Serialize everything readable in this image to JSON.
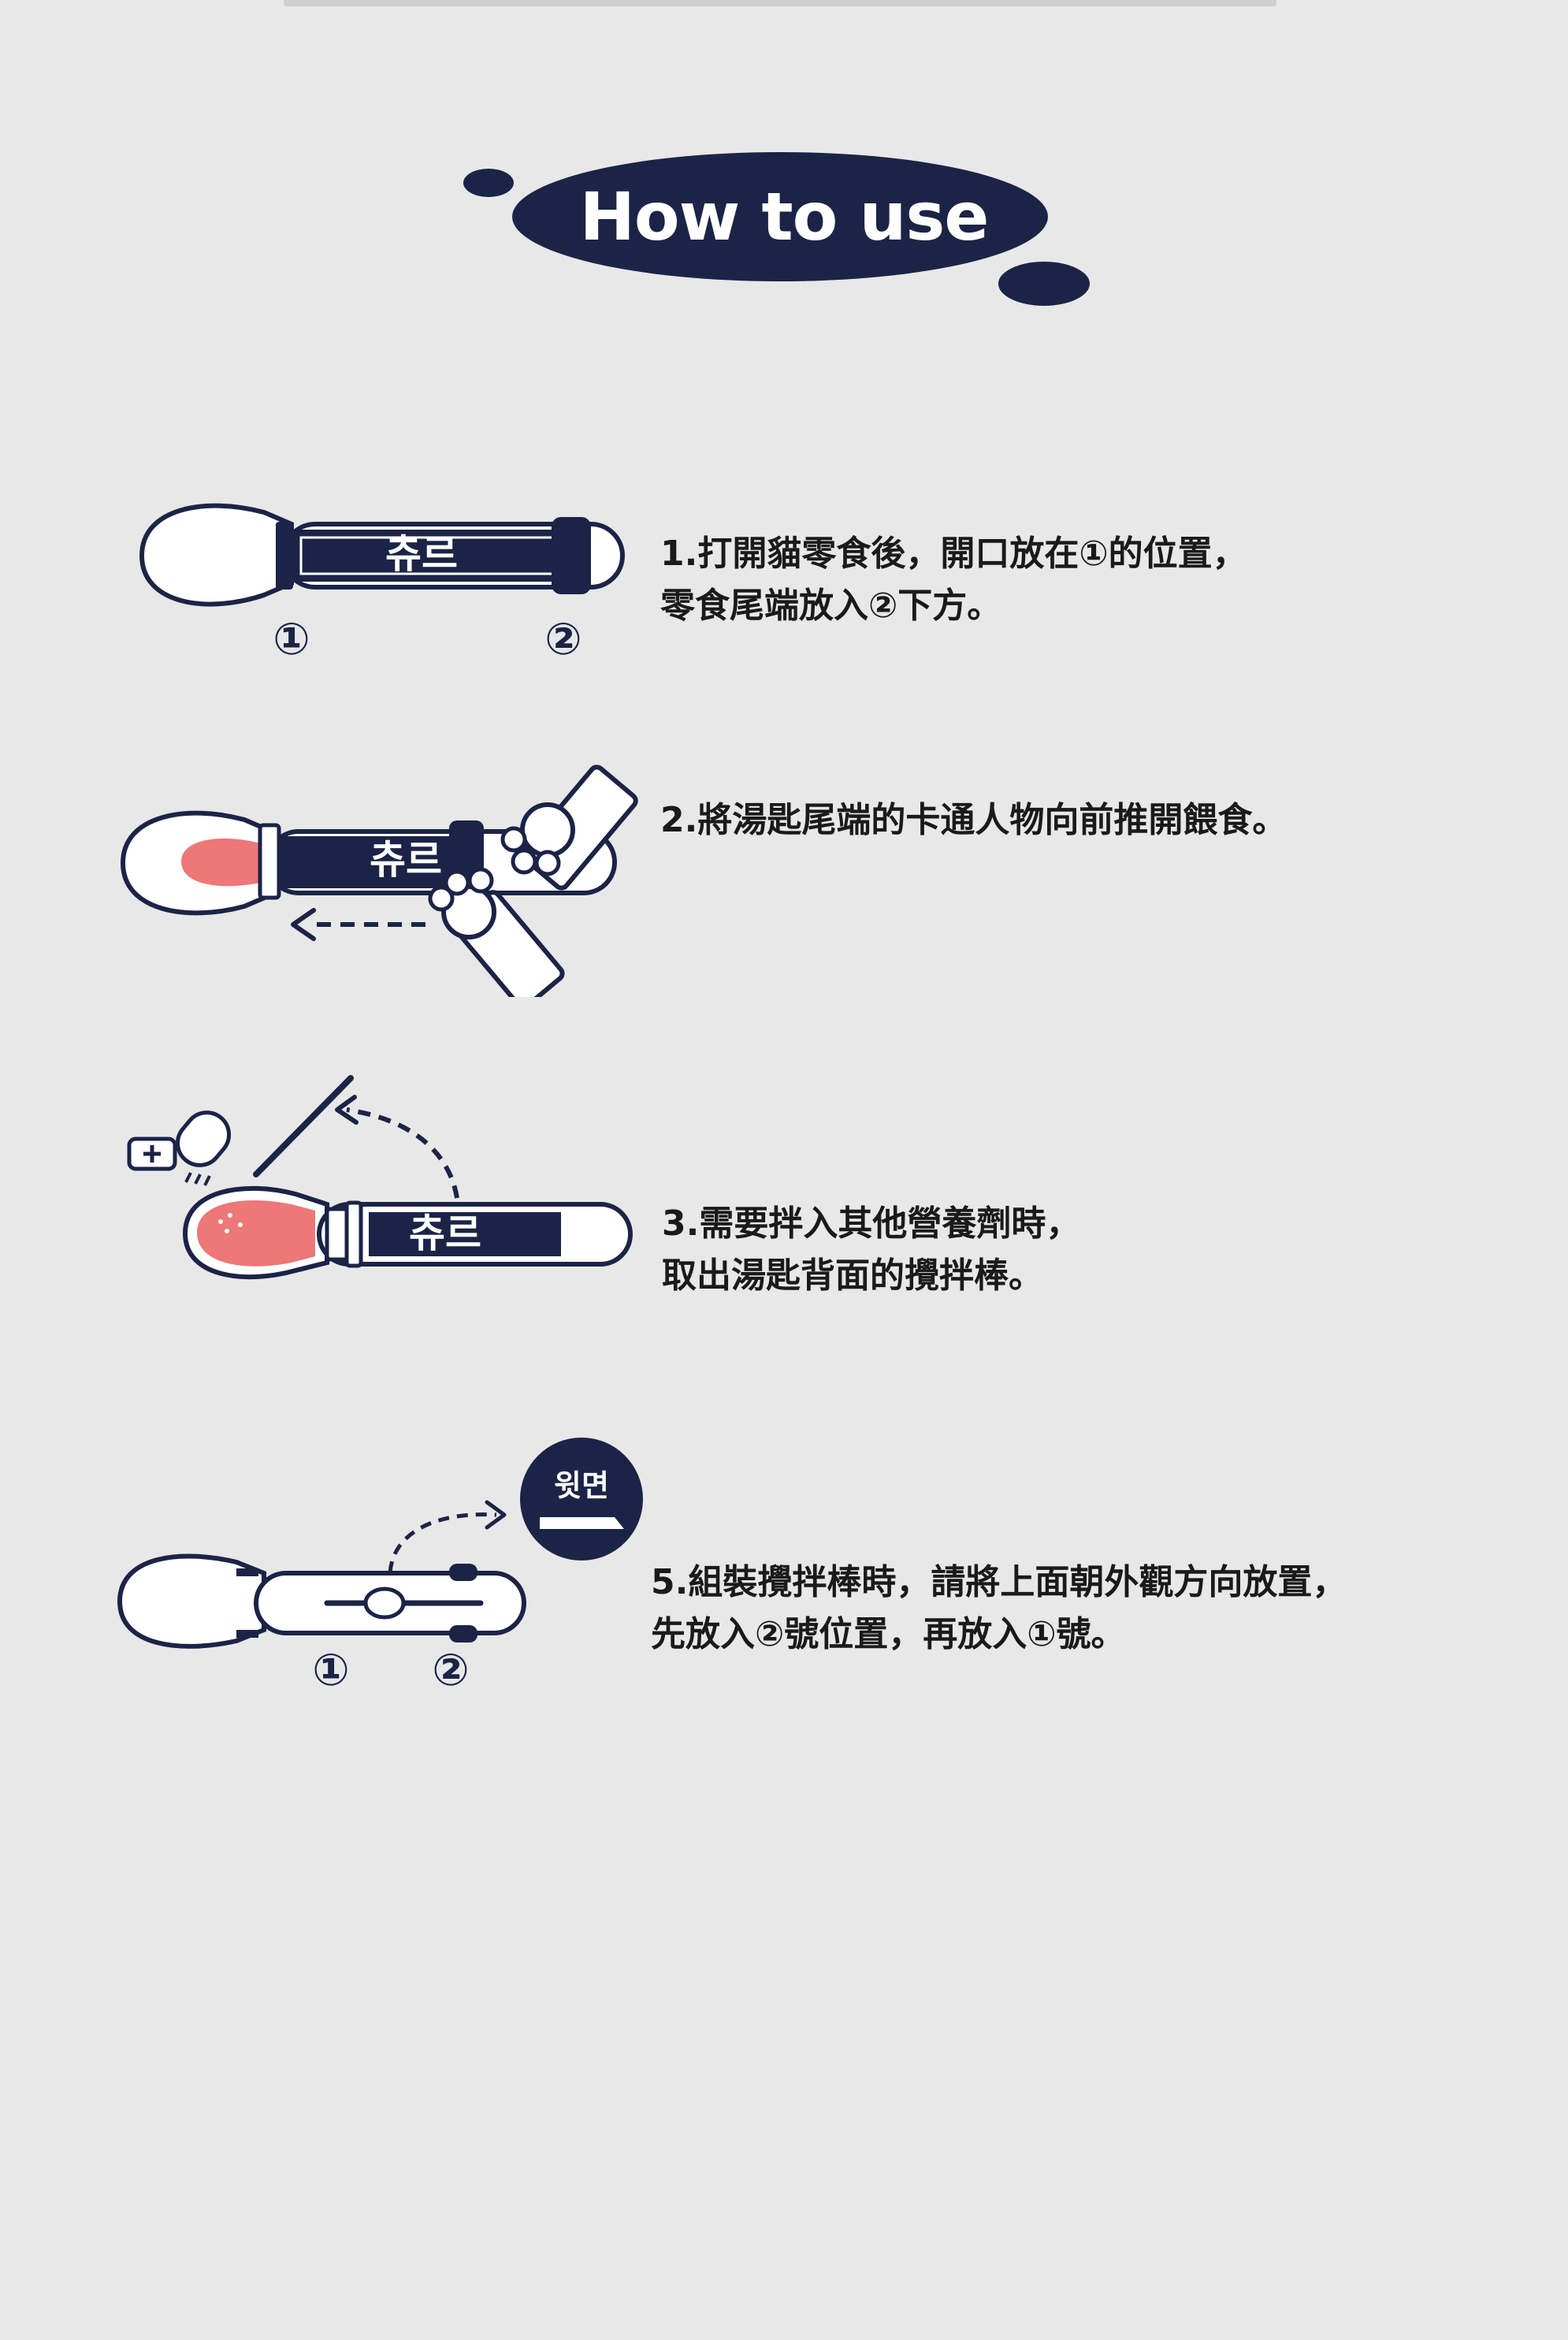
{
  "header": {
    "title": "How to use"
  },
  "product_label": "츄르",
  "markers": {
    "one": "①",
    "two": "②"
  },
  "steps": [
    {
      "line1": "1.打開貓零食後，開口放在①的位置，",
      "line2": "零食尾端放入②下方。"
    },
    {
      "line1": "2.將湯匙尾端的卡通人物向前推開餵食。"
    },
    {
      "line1": "3.需要拌入其他營養劑時，",
      "line2": "取出湯匙背面的攪拌棒。"
    },
    {
      "line1": "5.組裝攪拌棒時，請將上面朝外觀方向放置，",
      "line2": "先放入②號位置，再放入①號。"
    }
  ],
  "badge": {
    "label": "윗면"
  },
  "colors": {
    "background": "#e8e8e8",
    "navy": "#1b2447",
    "pink": "#ee7777",
    "white": "#ffffff"
  },
  "icons": [
    "cat-paw-icon",
    "plus-icon",
    "dashed-arrow-icon"
  ]
}
